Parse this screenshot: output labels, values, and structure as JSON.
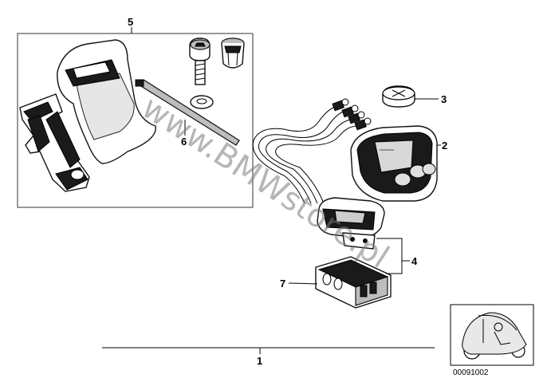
{
  "callouts": {
    "c1": "1",
    "c2": "2",
    "c3": "3",
    "c4": "4",
    "c5": "5",
    "c6": "6",
    "c7": "7"
  },
  "reference_number": "00091002",
  "watermark": "www.BMWstore.pl"
}
